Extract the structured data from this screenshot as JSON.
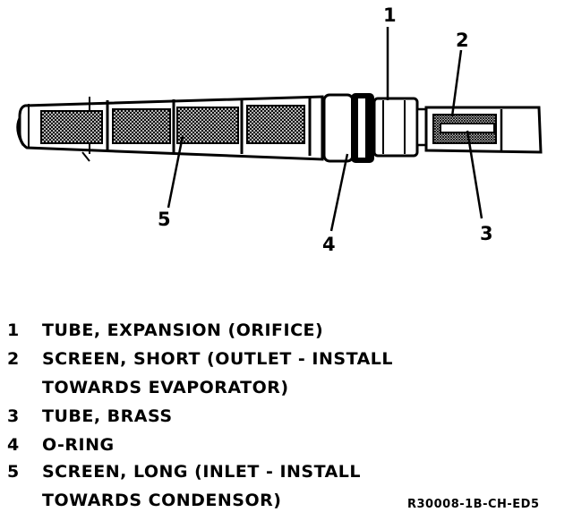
{
  "callouts": [
    "1",
    "2",
    "3",
    "4",
    "5"
  ],
  "legend": [
    {
      "num": "1",
      "lines": [
        "TUBE, EXPANSION (ORIFICE)"
      ]
    },
    {
      "num": "2",
      "lines": [
        "SCREEN, SHORT (OUTLET - INSTALL",
        "TOWARDS EVAPORATOR)"
      ]
    },
    {
      "num": "3",
      "lines": [
        "TUBE, BRASS"
      ]
    },
    {
      "num": "4",
      "lines": [
        "O-RING"
      ]
    },
    {
      "num": "5",
      "lines": [
        "SCREEN, LONG (INLET - INSTALL",
        "TOWARDS CONDENSOR)"
      ]
    }
  ],
  "figure_code": "R30008-1B-CH-ED5"
}
